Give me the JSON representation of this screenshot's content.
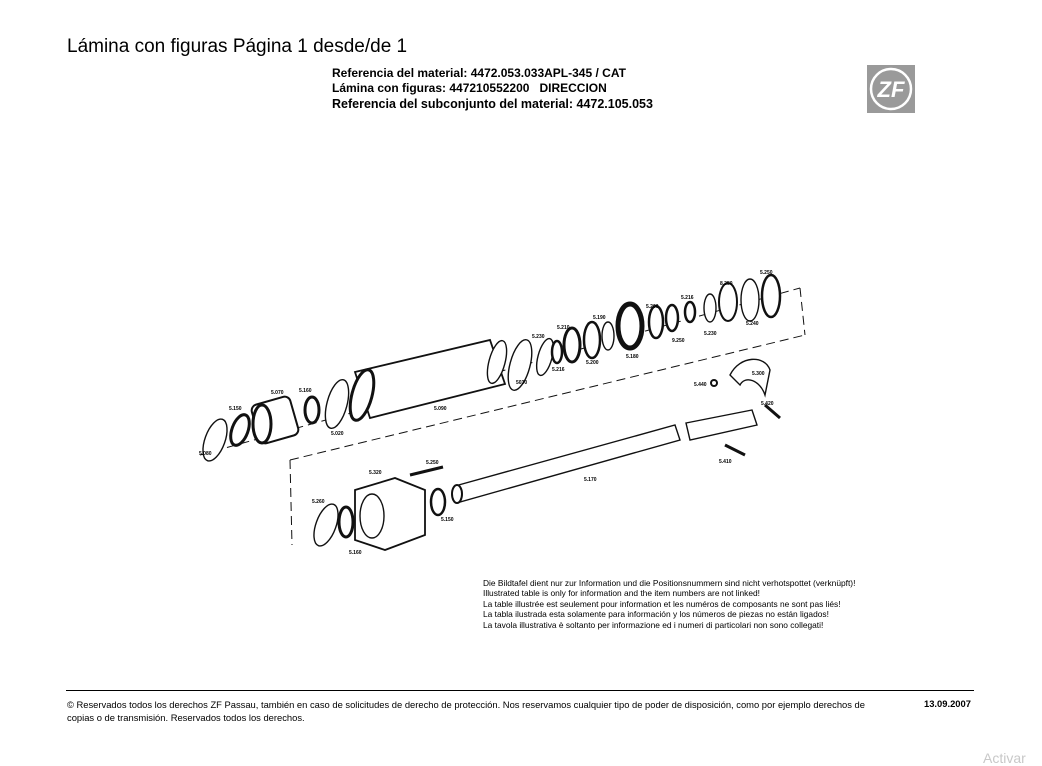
{
  "header": {
    "title": "Lámina con figuras Página 1 desde/de 1",
    "material_ref": "Referencia del material: 4472.053.033",
    "material_desc": "APL-345 / CAT",
    "figure_sheet": "Lámina con figuras: 447210552200",
    "figure_desc": "DIRECCION",
    "subassembly_ref": "Referencia del subconjunto del material: 4472.105.053",
    "logo_text": "ZF",
    "logo_color": "#9a9a9a"
  },
  "drawing": {
    "labels": {
      "p5250a": "5.250",
      "p8250": "8.250",
      "p5216a": "5.216",
      "p5200a": "5.200",
      "p5190": "5.190",
      "p5210": "5.210",
      "p5230a": "5.230",
      "p9250": "9.250",
      "p5230b": "5.230",
      "p5240": "5.240",
      "p5180": "5.180",
      "p5200b": "5.200",
      "p5216b": "5.216",
      "p5030": "5030",
      "p5300": "5.300",
      "p5440": "5.440",
      "p5070": "5.070",
      "p5160a": "5.160",
      "p5150a": "5.150",
      "p5080": "5.080",
      "p5020": "5.020",
      "p5090": "5.090",
      "p5420": "5.420",
      "p5250b": "5.250",
      "p5320": "5.320",
      "p5170": "5.170",
      "p5410": "5.410",
      "p5260": "5.260",
      "p5150b": "5.150",
      "p5160b": "5.160"
    }
  },
  "note": {
    "de": "Die Bildtafel dient nur zur Information und die Positionsnummern sind nicht verhotspottet (verknüpft)!",
    "en": "Illustrated table is only for information and the item numbers are not linked!",
    "fr": "La table illustrée est seulement pour information et les numéros de composants ne sont pas liés!",
    "es": "La tabla ilustrada esta solamente para información y los números de piezas no están ligados!",
    "it": "La tavola illustrativa è soltanto per informazione ed i numeri di particolari non sono collegati!"
  },
  "footer": {
    "line1": "© Reservados todos los derechos ZF Passau, también en caso de solicitudes de derecho de protección. Nos reservamos cualquier tipo de poder de disposición, como por ejemplo derechos de",
    "line2": "copias o de transmisión. Reservados todos los derechos.",
    "date": "13.09.2007"
  },
  "watermark": "Activar"
}
